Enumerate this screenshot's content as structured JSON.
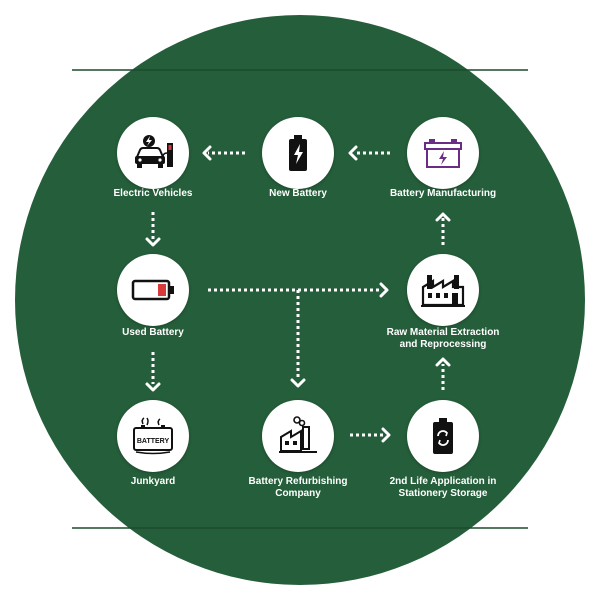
{
  "colors": {
    "background": "#255e3a",
    "node_fill": "#ffffff",
    "connector": "#ffffff",
    "accent_purple": "#6b2c86",
    "accent_red": "#d63a3a"
  },
  "nodes": {
    "electric_vehicles": {
      "label": "Electric Vehicles",
      "icon": "ev-charging-icon"
    },
    "new_battery": {
      "label": "New Battery",
      "icon": "battery-charging-icon"
    },
    "battery_manufacturing": {
      "label": "Battery Manufacturing",
      "icon": "car-battery-icon"
    },
    "used_battery": {
      "label": "Used Battery",
      "icon": "battery-low-icon"
    },
    "raw_material": {
      "label": "Raw Material Extraction\nand Reprocessing",
      "icon": "factory-icon"
    },
    "junkyard": {
      "label": "Junkyard",
      "icon": "scrap-battery-icon"
    },
    "refurbishing": {
      "label": "Battery Refurbishing\nCompany",
      "icon": "refurbish-factory-icon"
    },
    "second_life": {
      "label": "2nd Life Application in\nStationery Storage",
      "icon": "recycle-battery-icon"
    }
  },
  "flows": [
    {
      "from": "Battery Manufacturing",
      "to": "New Battery"
    },
    {
      "from": "New Battery",
      "to": "Electric Vehicles"
    },
    {
      "from": "Electric Vehicles",
      "to": "Used Battery"
    },
    {
      "from": "Used Battery",
      "to": "Raw Material Extraction and Reprocessing"
    },
    {
      "from": "Used Battery",
      "to": "Battery Refurbishing Company"
    },
    {
      "from": "Used Battery",
      "to": "Junkyard"
    },
    {
      "from": "Battery Refurbishing Company",
      "to": "2nd Life Application in Stationery Storage"
    },
    {
      "from": "2nd Life Application in Stationery Storage",
      "to": "Raw Material Extraction and Reprocessing"
    },
    {
      "from": "Raw Material Extraction and Reprocessing",
      "to": "Battery Manufacturing"
    }
  ]
}
